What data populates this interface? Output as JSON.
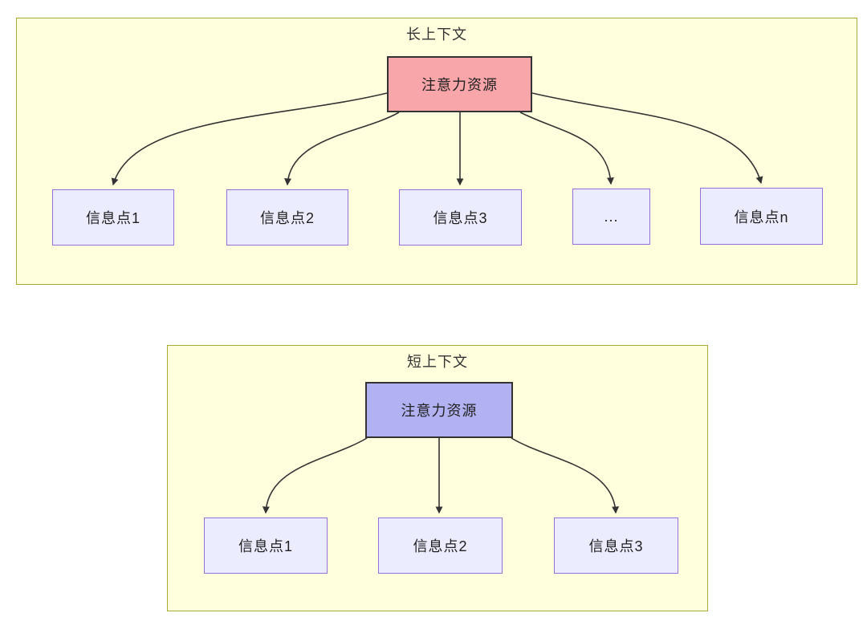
{
  "diagram": {
    "long_context": {
      "title": "长上下文",
      "attention_label": "注意力资源",
      "nodes": [
        "信息点1",
        "信息点2",
        "信息点3",
        "...",
        "信息点n"
      ]
    },
    "short_context": {
      "title": "短上下文",
      "attention_label": "注意力资源",
      "nodes": [
        "信息点1",
        "信息点2",
        "信息点3"
      ]
    }
  },
  "colors": {
    "panel_background": "#ffffde",
    "panel_border": "#aaaa33",
    "attention_long_fill": "#f9a6aa",
    "attention_short_fill": "#b2b2f2",
    "info_node_fill": "#ececff",
    "info_node_border": "#9370db",
    "box_border": "#333333",
    "arrow": "#333333",
    "text": "#1f1f1f"
  }
}
